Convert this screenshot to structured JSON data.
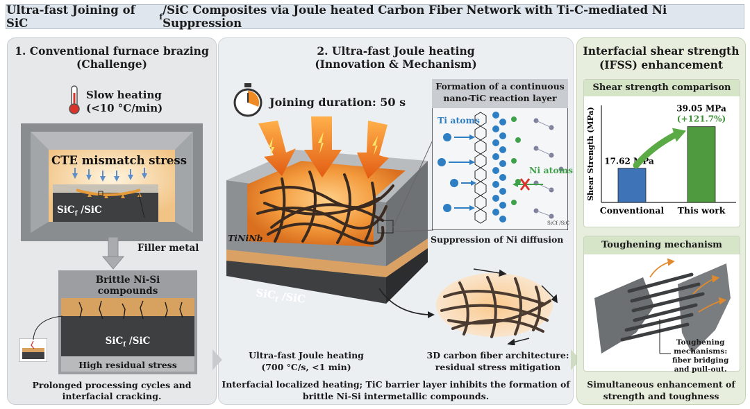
{
  "title": "Ultra-fast Joining of SiC",
  "title_sub": "f",
  "title_rest": " /SiC Composites via Joule heated Carbon Fiber Network with Ti-C-mediated Ni Suppression",
  "panel1": {
    "heading_line1": "1. Conventional furnace brazing",
    "heading_line2": "(Challenge)",
    "slow_heating_line1": "Slow heating",
    "slow_heating_line2": "(<10 °C/min)",
    "cte_label": "CTE mismatch stress",
    "sic_label": "SiC",
    "sic_sub": "f",
    "sic_rest": " /SiC",
    "filler_label": "Filler metal",
    "brittle_line1": "Brittle Ni-Si",
    "brittle_line2": "compounds",
    "sic2_label": "SiC",
    "sic2_sub": "f",
    "sic2_rest": " /SiC",
    "residual_label": "High residual stress",
    "footer_line1": "Prolonged processing cycles and",
    "footer_line2": "interfacial cracking."
  },
  "panel2": {
    "heading_line1": "2. Ultra-fast Joule heating",
    "heading_line2": "(Innovation & Mechanism)",
    "duration_label": "Joining duration:  50 s",
    "tininb_label": "TiNiNb",
    "sic_label": "SiC",
    "sic_sub": "f",
    "sic_rest": " /SiC",
    "inset_title_line1": "Formation of a continuous",
    "inset_title_line2": "nano-TiC reaction layer",
    "ti_atoms": "Ti atoms",
    "ni_atoms": "Ni atoms",
    "inset_corner": "SiCf /SiC",
    "suppression": "Suppression of Ni diffusion",
    "joule_line1": "Ultra-fast Joule heating",
    "joule_line2": "(700 °C/s, <1 min)",
    "arch_line1": "3D carbon fiber architecture:",
    "arch_line2": "residual stress mitigation",
    "footer_line1": "Interfacial localized heating; TiC barrier layer inhibits the formation of",
    "footer_line2": "brittle Ni-Si intermetallic compounds."
  },
  "panel3": {
    "heading_line1": "Interfacial shear strength",
    "heading_line2": "(IFSS) enhancement",
    "card1_title": "Shear strength comparison",
    "card2_title": "Toughening mechanism",
    "toughening_line1": "Toughening",
    "toughening_line2": "mechanisms:",
    "toughening_line3": "fiber bridging",
    "toughening_line4": "and pull-out.",
    "footer_line1": "Simultaneous enhancement of",
    "footer_line2": "strength and toughness"
  },
  "chart_data": {
    "type": "bar",
    "categories": [
      "Conventional",
      "This work"
    ],
    "values": [
      17.62,
      39.05
    ],
    "value_labels": [
      "17.62 MPa",
      "39.05 MPa"
    ],
    "increase_label": "(+121.7%)",
    "ylabel": "Shear Strength (MPa)",
    "ylim": [
      0,
      50
    ],
    "colors": [
      "#3f73b8",
      "#4f9a3f"
    ]
  },
  "colors": {
    "title_bg": "#dfe6ee",
    "panel1_bg": "#e6e8ea",
    "panel2_bg": "#eceff2",
    "panel3_bg": "#e7eedd",
    "accent_green": "#4f9a3f",
    "accent_blue": "#3f73b8",
    "heat_orange": "#f08a24"
  }
}
